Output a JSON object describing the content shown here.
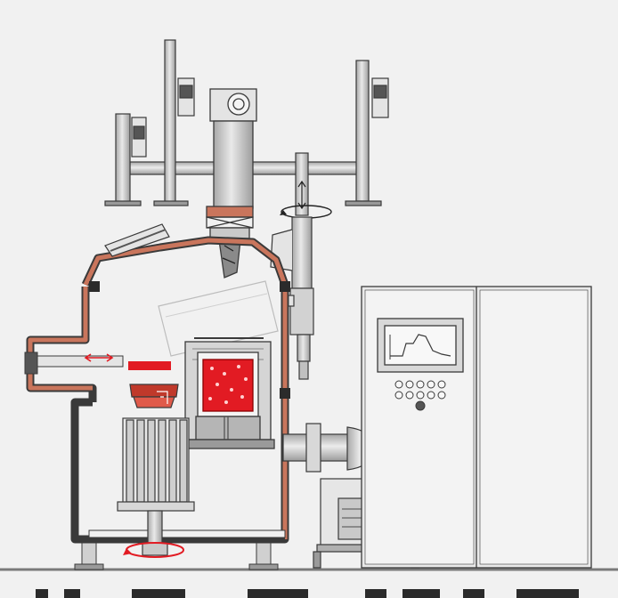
{
  "diagram": {
    "components": [
      {
        "id": "vacuum-chamber",
        "icon": "chamber-shell-icon"
      },
      {
        "id": "overhead-drive",
        "icon": "drive-motor-icon"
      },
      {
        "id": "support-frame",
        "icon": "frame-icon"
      },
      {
        "id": "induction-crucible",
        "icon": "crucible-icon"
      },
      {
        "id": "mold-heater",
        "icon": "heater-icon"
      },
      {
        "id": "bottom-rotation",
        "icon": "rotation-arrow-icon"
      },
      {
        "id": "vacuum-pump",
        "icon": "pump-icon"
      },
      {
        "id": "control-cabinet",
        "icon": "cabinet-icon"
      },
      {
        "id": "monitor-screen",
        "icon": "display-icon"
      }
    ],
    "colors": {
      "background": "#f1f1f1",
      "steel": "#c9c9c9",
      "steel_light": "#e4e4e4",
      "steel_dark": "#9a9a9a",
      "outline": "#3a3a3a",
      "chamber_wall": "#c9755c",
      "melt": "#e21b23",
      "heater_top": "#c0392b",
      "cabinet": "#e9e9e9",
      "floor": "#7a7a7a"
    }
  }
}
